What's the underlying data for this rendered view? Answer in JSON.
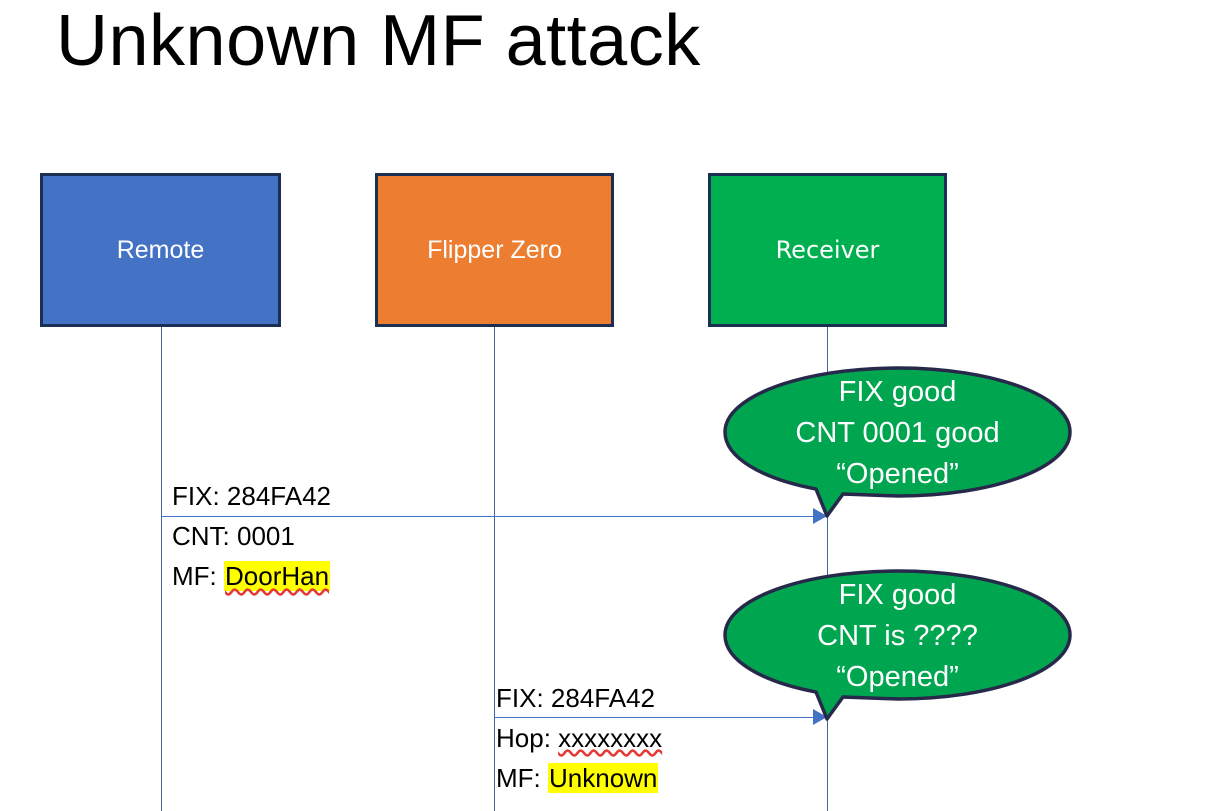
{
  "slide": {
    "title": "Unknown MF attack",
    "background_color": "#FFFFFF"
  },
  "colors": {
    "remote_fill": "#4472C4",
    "flipper_fill": "#ED7D31",
    "receiver_fill": "#00B050",
    "box_border": "#1A2F52",
    "connector": "#4472C4",
    "bubble_fill": "#00A550",
    "bubble_border": "#26294A",
    "highlight": "#FFFF00",
    "spellcheck_underline": "#E53935",
    "text_on_fill": "#FFFFFF",
    "text_body": "#000000"
  },
  "actors": [
    {
      "id": "remote",
      "label": "Remote"
    },
    {
      "id": "flipper",
      "label": "Flipper Zero"
    },
    {
      "id": "receiver",
      "label": "Receiver"
    }
  ],
  "messages": [
    {
      "id": "msg1",
      "from": "remote",
      "to": "receiver",
      "lines": [
        {
          "label": "FIX: ",
          "value": "284FA42",
          "highlight": false,
          "spellcheck_error": false
        },
        {
          "label": "CNT: ",
          "value": "0001",
          "highlight": false,
          "spellcheck_error": false
        },
        {
          "label": "MF: ",
          "value": "DoorHan",
          "highlight": true,
          "spellcheck_error": true
        }
      ]
    },
    {
      "id": "msg2",
      "from": "flipper",
      "to": "receiver",
      "lines": [
        {
          "label": "FIX: ",
          "value": "284FA42",
          "highlight": false,
          "spellcheck_error": false
        },
        {
          "label": "Hop: ",
          "value": "xxxxxxxx",
          "highlight": false,
          "spellcheck_error": true
        },
        {
          "label": "MF: ",
          "value": "Unknown",
          "highlight": true,
          "spellcheck_error": false
        }
      ]
    }
  ],
  "bubbles": [
    {
      "id": "bubble1",
      "anchor": "receiver",
      "lines": [
        "FIX good",
        "CNT 0001 good",
        "“Opened”"
      ]
    },
    {
      "id": "bubble2",
      "anchor": "receiver",
      "lines": [
        "FIX good",
        "CNT is ????",
        "“Opened”"
      ]
    }
  ]
}
